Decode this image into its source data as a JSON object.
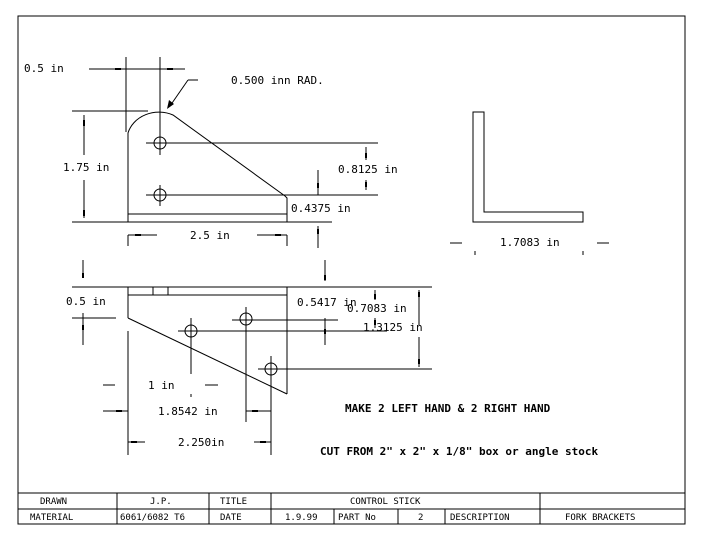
{
  "top_view": {
    "dim_offset": "0.5 in",
    "radius": "0.500 inn RAD.",
    "height": "1.75 in",
    "hole_spacing": "0.8125 in",
    "hole_edge": "0.4375 in",
    "length": "2.5 in"
  },
  "end_view": {
    "width": "1.7083 in"
  },
  "side_view": {
    "dim_left": "0.5 in",
    "dim_a": "0.5417 in",
    "dim_b": "0.7083 in",
    "dim_c": "1.3125 in",
    "dim_d": "1 in",
    "dim_e": "1.8542 in",
    "dim_f": "2.250in"
  },
  "notes": {
    "make": "MAKE 2 LEFT HAND & 2 RIGHT HAND",
    "cut": "CUT FROM 2\" x  2\" x  1/8\" box or angle stock"
  },
  "title_block": {
    "drawn_label": "DRAWN",
    "drawn_value": "J.P.",
    "title_label": "TITLE",
    "title_value": "CONTROL STICK",
    "material_label": "MATERIAL",
    "material_value": "6061/6082 T6",
    "date_label": "DATE",
    "date_value": "1.9.99",
    "part_label": "PART No",
    "part_value": "2",
    "description_label": "DESCRIPTION",
    "description_value": "FORK BRACKETS"
  }
}
